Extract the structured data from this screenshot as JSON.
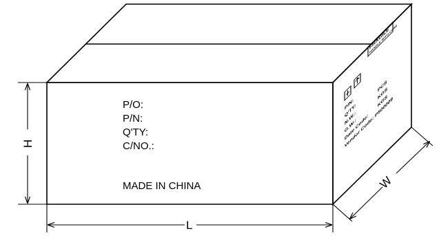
{
  "front_label": {
    "lines": [
      "P/O:",
      "P/N:",
      "Q'TY:",
      "C/NO.:"
    ],
    "origin": "MADE IN CHINA"
  },
  "side_label": {
    "fields": [
      "P/N:",
      "Q'TY:",
      "N.W.:",
      "G.W.:",
      "Date Code:",
      "Vendor Code: P500009"
    ],
    "units": [
      "PCS",
      "KGS",
      "KGS"
    ],
    "badge_lines": [
      "FRAGILE",
      "HANDLE WITH CARE"
    ]
  },
  "dimensions": {
    "height": "H",
    "length": "L",
    "width": "W"
  }
}
